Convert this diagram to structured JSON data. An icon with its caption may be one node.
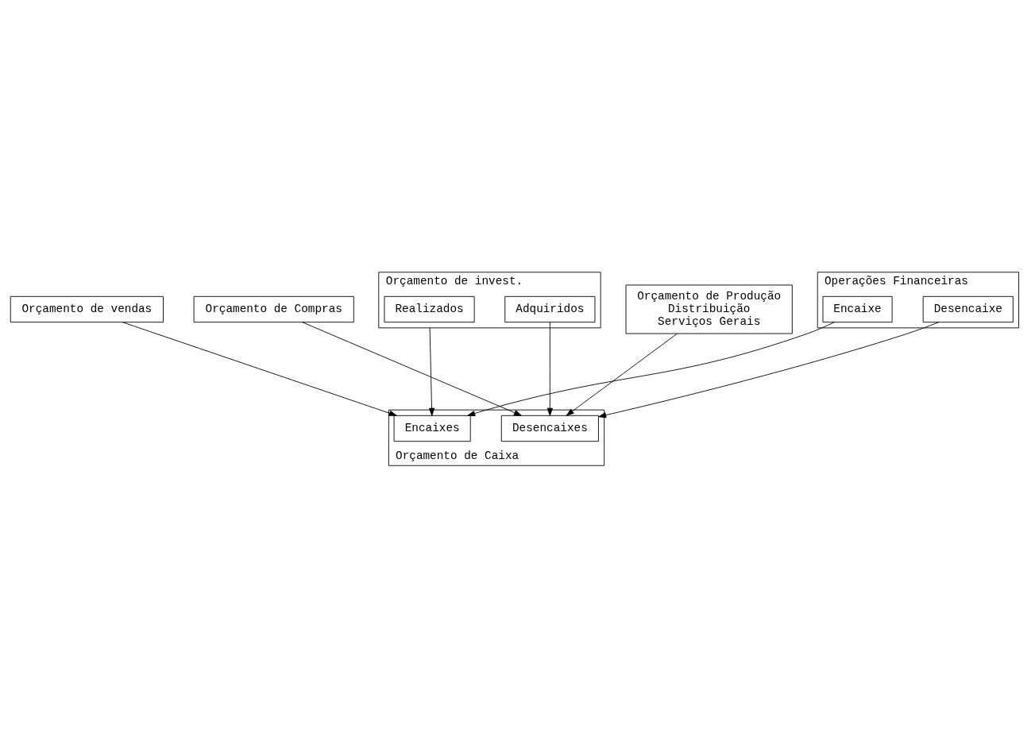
{
  "diagram": {
    "nodes": [
      {
        "text": [
          "Orçamento de vendas"
        ]
      },
      {
        "text": [
          "Orçamento de Compras"
        ]
      },
      {
        "text": [
          "Orçamento de invest."
        ]
      },
      {
        "text": [
          "Realizados"
        ],
        "in": 2
      },
      {
        "text": [
          "Adquiridos"
        ],
        "in": 2
      },
      {
        "text": [
          "Orçamento de Produção",
          "Distribuição",
          "Serviços Gerais"
        ]
      },
      {
        "text": [
          "Operações Financeiras"
        ]
      },
      {
        "text": [
          "Encaixe"
        ],
        "in": 6
      },
      {
        "text": [
          "Desencaixe"
        ],
        "in": 6
      },
      {
        "text": [
          "Orçamento de Caixa"
        ]
      },
      {
        "text": [
          "Encaixes"
        ],
        "in": 9
      },
      {
        "text": [
          "Desencaixes"
        ],
        "in": 9
      }
    ],
    "edges": [
      {
        "from": 0,
        "to": 10,
        "arrow": "to"
      },
      {
        "from": 2,
        "to": 10,
        "arrow": "to"
      },
      {
        "from": 4,
        "to": 11,
        "arrow": "to"
      },
      {
        "from": 7,
        "to": 10,
        "arrow": "to"
      },
      {
        "from": 8,
        "to": 11,
        "arrow": "to"
      },
      {
        "from": 5,
        "to": 11,
        "arrow": "to"
      },
      {
        "from": 1,
        "to": 11,
        "arrow": "to"
      }
    ]
  }
}
